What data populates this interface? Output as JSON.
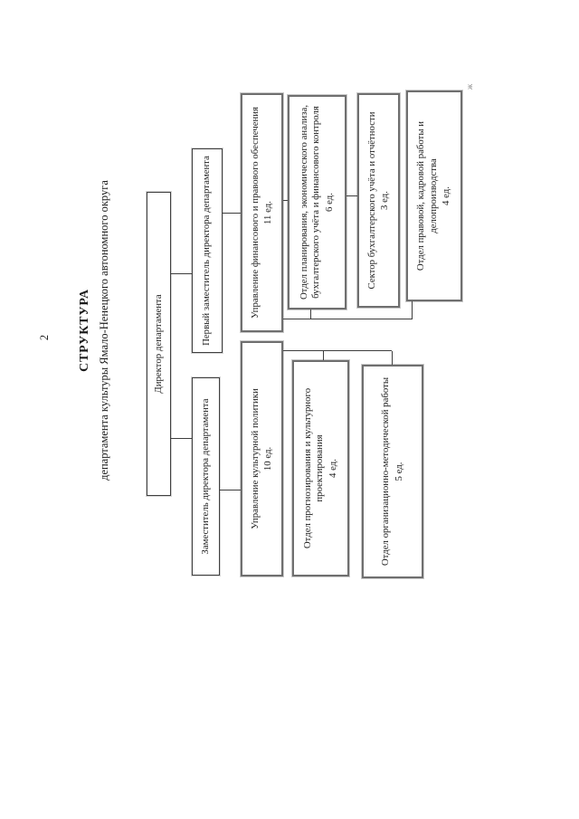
{
  "page": {
    "number": "2",
    "corner_mark": "ж"
  },
  "header": {
    "title": "СТРУКТУРА",
    "subtitle": "департамента культуры Ямало-Ненецкого автономного округа"
  },
  "org": {
    "director": {
      "label": "Директор департамента"
    },
    "first_deputy": {
      "label": "Первый заместитель директора департамента"
    },
    "deputy": {
      "label": "Заместитель директора департамента"
    },
    "upr_fin": {
      "label": "Управление финансового и правового обеспечения",
      "units": "11 ед."
    },
    "upr_cult": {
      "label": "Управление культурной политики",
      "units": "10 ед."
    },
    "otdel_plan": {
      "label": "Отдел планирования, экономического анализа, бухгалтерского учёта и финансового контроля",
      "units": "6 ед."
    },
    "sektor_buh": {
      "label": "Сектор бухгалтерского учёта и отчётности",
      "units": "3 ед."
    },
    "otdel_prav": {
      "label": "Отдел правовой, кадровой работы и делопроизводства",
      "units": "4 ед."
    },
    "otdel_prognoz": {
      "label": "Отдел прогнозирования и культурного проектирования",
      "units": "4 ед."
    },
    "otdel_orgmetod": {
      "label": "Отдел организационно-методической работы",
      "units": "5 ед."
    }
  }
}
